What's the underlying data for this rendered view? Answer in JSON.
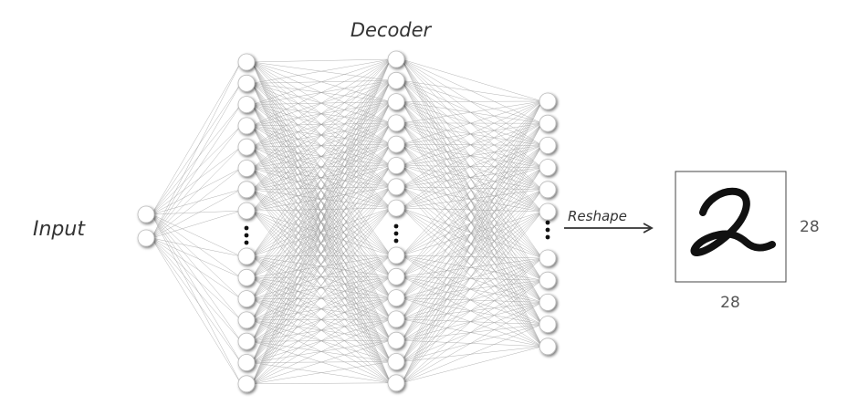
{
  "labels": {
    "decoder": "Decoder",
    "input": "Input",
    "reshape": "Reshape",
    "height": "28",
    "width": "28"
  },
  "layers": [
    {
      "name": "input",
      "top_nodes": 2,
      "bottom_nodes": 0,
      "ellipsis": false
    },
    {
      "name": "hidden-1",
      "top_nodes": 8,
      "bottom_nodes": 7,
      "ellipsis": true
    },
    {
      "name": "hidden-2",
      "top_nodes": 8,
      "bottom_nodes": 7,
      "ellipsis": true
    },
    {
      "name": "output",
      "top_nodes": 6,
      "bottom_nodes": 5,
      "ellipsis": true
    }
  ],
  "output_image": {
    "content": "handwritten digit 2",
    "size": "28 x 28"
  },
  "colors": {
    "node_fill": "#ffffff",
    "node_stroke": "#bbbbbb",
    "edge": "#9a9a9a",
    "text": "#333333",
    "digit": "#111111"
  }
}
